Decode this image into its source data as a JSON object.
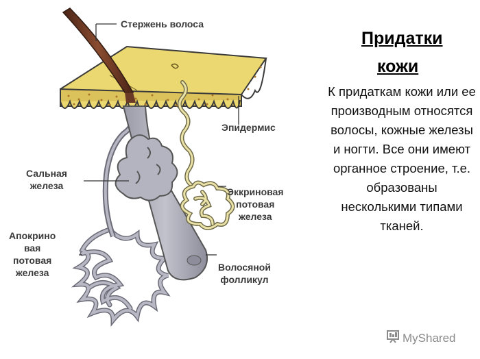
{
  "labels": {
    "hair_shaft": "Стержень волоса",
    "epidermis": "Эпидермис",
    "sebaceous_gland": "Сальная\nжелеза",
    "eccrine_gland": "Эккриновая\nпотовая\nжелеза",
    "apocrine_gland": "Апокрино\nвая\nпотовая\nжелеза",
    "hair_follicle": "Волосяной\nфолликул"
  },
  "title": {
    "line1": "Придатки",
    "line2": "кожи"
  },
  "body_text": "К придаткам кожи или ее производным относятся волосы, кожные железы и ногти. Все они имеют органное строение, т.е. образованы несколькими типами тканей.",
  "watermark": {
    "text": "MyShared",
    "icon": "presentation-board-icon"
  },
  "colors": {
    "epidermis": "#e8d36a",
    "dermis_dots": "#a8742a",
    "follicle": "#a9a9b6",
    "eccrine_tube": "#e6dca0",
    "hair_shaft": "#6b3a26"
  }
}
